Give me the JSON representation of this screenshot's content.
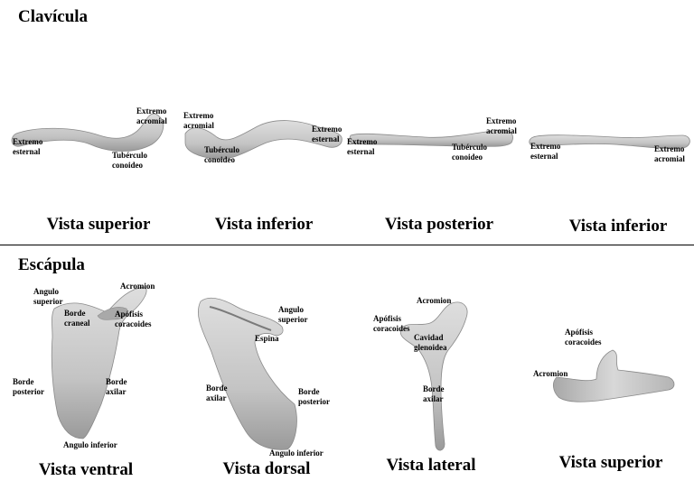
{
  "clavicle": {
    "title": "Clavícula",
    "views": [
      {
        "title": "Vista superior",
        "labels": [
          "Extremo\nacromial",
          "Extremo\nesternal",
          "Tubérculo\nconoideo"
        ]
      },
      {
        "title": "Vista inferior",
        "labels": [
          "Extremo\nacromial",
          "Extremo\nesternal",
          "Tubérculo\nconoideo"
        ]
      },
      {
        "title": "Vista posterior",
        "labels": [
          "Extremo\nacromial",
          "Extremo\nesternal",
          "Tubérculo\nconoideo"
        ]
      },
      {
        "title": "Vista inferior",
        "labels": [
          "Extremo\nesternal",
          "Extremo\nacromial"
        ]
      }
    ]
  },
  "scapula": {
    "title": "Escápula",
    "views": [
      {
        "title": "Vista ventral",
        "labels": [
          "Angulo\nsuperior",
          "Acromion",
          "Borde\ncraneal",
          "Apófisis\ncoracoides",
          "Borde\nposterior",
          "Borde\naxilar",
          "Angulo inferior"
        ]
      },
      {
        "title": "Vista dorsal",
        "labels": [
          "Angulo\nsuperior",
          "Espina",
          "Borde\naxilar",
          "Borde\nposterior",
          "Angulo inferior"
        ]
      },
      {
        "title": "Vista lateral",
        "labels": [
          "Acromion",
          "Apófisis\ncoracoides",
          "Cavidad\nglenoidea",
          "Borde\naxilar"
        ]
      },
      {
        "title": "Vista superior",
        "labels": [
          "Apófisis\ncoracoides",
          "Acromion"
        ]
      }
    ]
  },
  "colors": {
    "bone_fill": "#c9c9c9",
    "bone_shadow": "#8f8f8f",
    "text": "#000000",
    "divider": "#000000"
  }
}
